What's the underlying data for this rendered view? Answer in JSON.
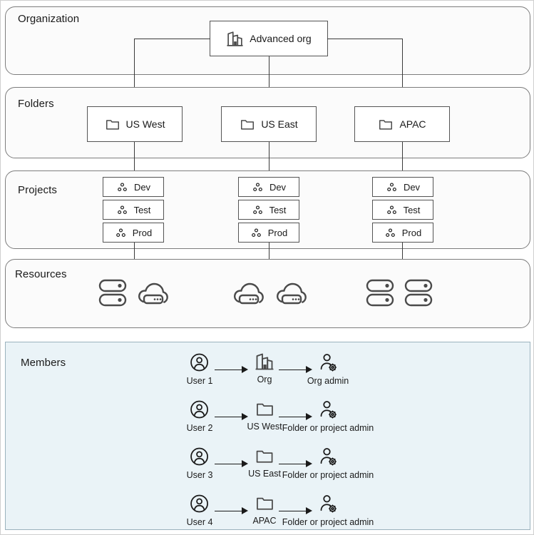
{
  "diagram": {
    "title": "Resource hierarchy with organization, folders, projects, resources and members",
    "colors": {
      "panel_border": "#7d7d7d",
      "panel_fill": "#fbfbfb",
      "members_fill": "#eaf3f7",
      "members_border": "#9bb2bd",
      "node_border": "#545454",
      "line": "#3a3a3a",
      "icon": "#4a4a4a",
      "text": "#1a1a1a"
    }
  },
  "sections": {
    "organization": {
      "label": "Organization",
      "node": {
        "label": "Advanced org",
        "icon": "building-icon"
      }
    },
    "folders": {
      "label": "Folders",
      "nodes": [
        {
          "label": "US West",
          "icon": "folder-icon"
        },
        {
          "label": "US East",
          "icon": "folder-icon"
        },
        {
          "label": "APAC",
          "icon": "folder-icon"
        }
      ]
    },
    "projects": {
      "label": "Projects",
      "columns": [
        {
          "nodes": [
            {
              "label": "Dev",
              "icon": "project-icon"
            },
            {
              "label": "Test",
              "icon": "project-icon"
            },
            {
              "label": "Prod",
              "icon": "project-icon"
            }
          ]
        },
        {
          "nodes": [
            {
              "label": "Dev",
              "icon": "project-icon"
            },
            {
              "label": "Test",
              "icon": "project-icon"
            },
            {
              "label": "Prod",
              "icon": "project-icon"
            }
          ]
        },
        {
          "nodes": [
            {
              "label": "Dev",
              "icon": "project-icon"
            },
            {
              "label": "Test",
              "icon": "project-icon"
            },
            {
              "label": "Prod",
              "icon": "project-icon"
            }
          ]
        }
      ]
    },
    "resources": {
      "label": "Resources",
      "groups": [
        {
          "icons": [
            "database-stack-icon",
            "cloud-storage-icon"
          ]
        },
        {
          "icons": [
            "cloud-storage-icon",
            "cloud-storage-icon"
          ]
        },
        {
          "icons": [
            "database-stack-icon",
            "database-stack-icon"
          ]
        }
      ]
    },
    "members": {
      "label": "Members",
      "rows": [
        {
          "user": {
            "caption": "User 1",
            "icon": "user-circle-icon"
          },
          "scope": {
            "caption": "Org",
            "icon": "building-icon"
          },
          "role": {
            "caption": "Org admin",
            "icon": "user-admin-icon"
          }
        },
        {
          "user": {
            "caption": "User 2",
            "icon": "user-circle-icon"
          },
          "scope": {
            "caption": "US West",
            "icon": "folder-icon"
          },
          "role": {
            "caption": "Folder or project admin",
            "icon": "user-admin-icon"
          }
        },
        {
          "user": {
            "caption": "User 3",
            "icon": "user-circle-icon"
          },
          "scope": {
            "caption": "US East",
            "icon": "folder-icon"
          },
          "role": {
            "caption": "Folder or project admin",
            "icon": "user-admin-icon"
          }
        },
        {
          "user": {
            "caption": "User 4",
            "icon": "user-circle-icon"
          },
          "scope": {
            "caption": "APAC",
            "icon": "folder-icon"
          },
          "role": {
            "caption": "Folder or project admin",
            "icon": "user-admin-icon"
          }
        }
      ]
    }
  }
}
